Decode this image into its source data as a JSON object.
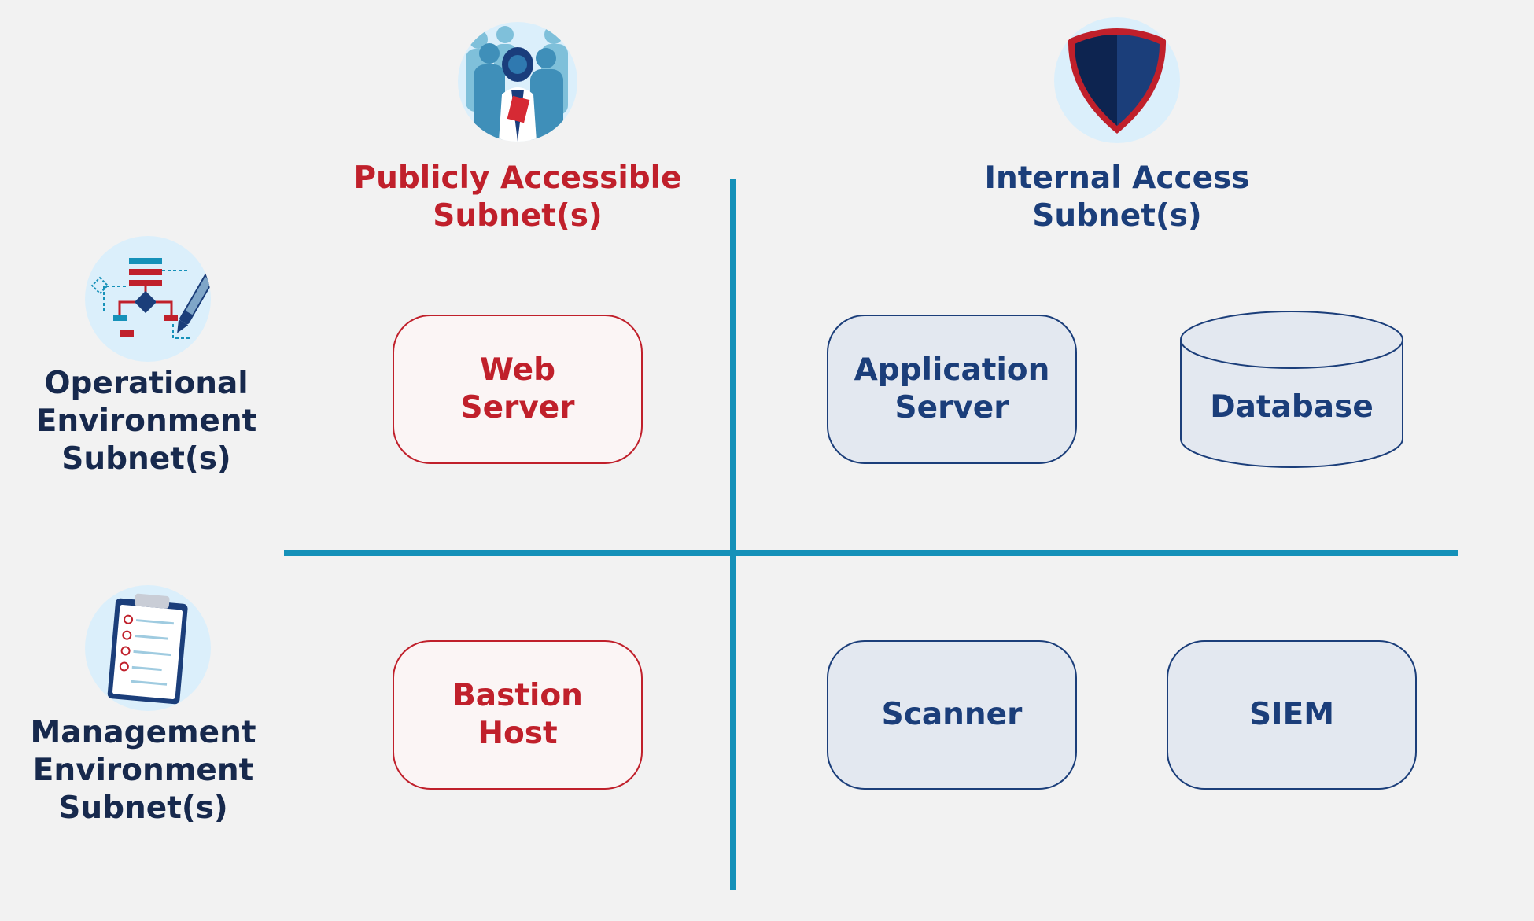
{
  "columns": {
    "public": {
      "line1": "Publicly Accessible",
      "line2": "Subnet(s)",
      "icon": "people-group-icon"
    },
    "internal": {
      "line1": "Internal Access",
      "line2": "Subnet(s)",
      "icon": "shield-icon"
    }
  },
  "rows": {
    "operational": {
      "line1": "Operational",
      "line2": "Environment",
      "line3": "Subnet(s)",
      "icon": "flowchart-icon"
    },
    "management": {
      "line1": "Management",
      "line2": "Environment",
      "line3": "Subnet(s)",
      "icon": "clipboard-checklist-icon"
    }
  },
  "nodes": {
    "web_server": {
      "line1": "Web",
      "line2": "Server"
    },
    "application_server": {
      "line1": "Application",
      "line2": "Server"
    },
    "database": {
      "label": "Database"
    },
    "bastion_host": {
      "line1": "Bastion",
      "line2": "Host"
    },
    "scanner": {
      "label": "Scanner"
    },
    "siem": {
      "label": "SIEM"
    }
  },
  "colors": {
    "public_red": "#c0202b",
    "internal_blue": "#1b3e7a",
    "divider_teal": "#1591b9",
    "row_text_navy": "#17294d",
    "background": "#f2f2f2"
  }
}
